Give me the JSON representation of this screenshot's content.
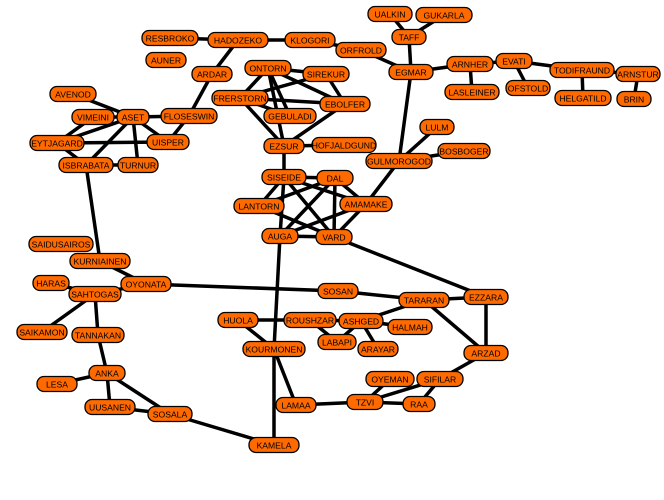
{
  "colors": {
    "node_fill": "#ff6a00",
    "node_stroke": "#000000",
    "edge": "#000000",
    "background": "#ffffff"
  },
  "nodes": [
    {
      "id": "UALKIN",
      "label": "UALKIN"
    },
    {
      "id": "GUKARLA",
      "label": "GUKARLA"
    },
    {
      "id": "TAFF",
      "label": "TAFF"
    },
    {
      "id": "RESBROKO",
      "label": "RESBROKO"
    },
    {
      "id": "HADOZEKO",
      "label": "HADOZEKO"
    },
    {
      "id": "KLOGORI",
      "label": "KLOGORI"
    },
    {
      "id": "ORFROLD",
      "label": "ORFROLD"
    },
    {
      "id": "EGMAR",
      "label": "EGMAR"
    },
    {
      "id": "AUNER",
      "label": "AUNER"
    },
    {
      "id": "ARDAR",
      "label": "ARDAR"
    },
    {
      "id": "ONTORN",
      "label": "ONTORN"
    },
    {
      "id": "SIREKUR",
      "label": "SIREKUR"
    },
    {
      "id": "ARNHER",
      "label": "ARNHER"
    },
    {
      "id": "EVATI",
      "label": "EVATI"
    },
    {
      "id": "TODIFRAUND",
      "label": "TODIFRAUND"
    },
    {
      "id": "ARNSTUR",
      "label": "ARNSTUR"
    },
    {
      "id": "AVENOD",
      "label": "AVENOD"
    },
    {
      "id": "FRERSTORN",
      "label": "FRERSTORN"
    },
    {
      "id": "EBOLFER",
      "label": "EBOLFER"
    },
    {
      "id": "LASLEINER",
      "label": "LASLEINER"
    },
    {
      "id": "OFSTOLD",
      "label": "OFSTOLD"
    },
    {
      "id": "HELGATILD",
      "label": "HELGATILD"
    },
    {
      "id": "BRIN",
      "label": "BRIN"
    },
    {
      "id": "VIMEINI",
      "label": "VIMEINI"
    },
    {
      "id": "ASET",
      "label": "ASET"
    },
    {
      "id": "FLOSESWIN",
      "label": "FLOSESWIN"
    },
    {
      "id": "GEBULADI",
      "label": "GEBULADI"
    },
    {
      "id": "LULM",
      "label": "LULM"
    },
    {
      "id": "EYTJAGARD",
      "label": "EYTJAGARD"
    },
    {
      "id": "UISPER",
      "label": "UISPER"
    },
    {
      "id": "EZSUR",
      "label": "EZSUR"
    },
    {
      "id": "HOFJALDGUND",
      "label": "HOFJALDGUND"
    },
    {
      "id": "BOSBOGER",
      "label": "BOSBOGER"
    },
    {
      "id": "ISBRABATA",
      "label": "ISBRABATA"
    },
    {
      "id": "TURNUR",
      "label": "TURNUR"
    },
    {
      "id": "GULMOROGOD",
      "label": "GULMOROGOD"
    },
    {
      "id": "SISEIDE",
      "label": "SISEIDE"
    },
    {
      "id": "DAL",
      "label": "DAL"
    },
    {
      "id": "AMAMAKE",
      "label": "AMAMAKE"
    },
    {
      "id": "LANTORN",
      "label": "LANTORN"
    },
    {
      "id": "AUGA",
      "label": "AUGA"
    },
    {
      "id": "VARD",
      "label": "VARD"
    },
    {
      "id": "SAIDUSAIROS",
      "label": "SAIDUSAIROS"
    },
    {
      "id": "KURNIAINEN",
      "label": "KURNIAINEN"
    },
    {
      "id": "HARAS",
      "label": "HARAS"
    },
    {
      "id": "OYONATA",
      "label": "OYONATA"
    },
    {
      "id": "SAHTOGAS",
      "label": "SAHTOGAS"
    },
    {
      "id": "SOSAN",
      "label": "SOSAN"
    },
    {
      "id": "EZZARA",
      "label": "EZZARA"
    },
    {
      "id": "TARARAN",
      "label": "TARARAN"
    },
    {
      "id": "SAIKAMON",
      "label": "SAIKAMON"
    },
    {
      "id": "TANNAKAN",
      "label": "TANNAKAN"
    },
    {
      "id": "HUOLA",
      "label": "HUOLA"
    },
    {
      "id": "ROUSHZAR",
      "label": "ROUSHZAR"
    },
    {
      "id": "ASHGED",
      "label": "ASHGED"
    },
    {
      "id": "HALMAH",
      "label": "HALMAH"
    },
    {
      "id": "LABAPI",
      "label": "LABAPI"
    },
    {
      "id": "ARAYAR",
      "label": "ARAYAR"
    },
    {
      "id": "KOURMONEN",
      "label": "KOURMONEN"
    },
    {
      "id": "ARZAD",
      "label": "ARZAD"
    },
    {
      "id": "ANKA",
      "label": "ANKA"
    },
    {
      "id": "LESA",
      "label": "LESA"
    },
    {
      "id": "OYEMAN",
      "label": "OYEMAN"
    },
    {
      "id": "SIFILAR",
      "label": "SIFILAR"
    },
    {
      "id": "UUSANEN",
      "label": "UUSANEN"
    },
    {
      "id": "LAMAA",
      "label": "LAMAA"
    },
    {
      "id": "TZVI",
      "label": "TZVI"
    },
    {
      "id": "RAA",
      "label": "RAA"
    },
    {
      "id": "SOSALA",
      "label": "SOSALA"
    },
    {
      "id": "KAMELA",
      "label": "KAMELA"
    }
  ],
  "edges": [
    [
      "UALKIN",
      "TAFF"
    ],
    [
      "GUKARLA",
      "TAFF"
    ],
    [
      "TAFF",
      "EGMAR"
    ],
    [
      "RESBROKO",
      "HADOZEKO"
    ],
    [
      "HADOZEKO",
      "KLOGORI"
    ],
    [
      "HADOZEKO",
      "ARDAR"
    ],
    [
      "KLOGORI",
      "ORFROLD"
    ],
    [
      "ORFROLD",
      "EGMAR"
    ],
    [
      "EGMAR",
      "ARNHER"
    ],
    [
      "EGMAR",
      "GULMOROGOD"
    ],
    [
      "ARNHER",
      "EVATI"
    ],
    [
      "ARNHER",
      "LASLEINER"
    ],
    [
      "EVATI",
      "TODIFRAUND"
    ],
    [
      "EVATI",
      "OFSTOLD"
    ],
    [
      "TODIFRAUND",
      "ARNSTUR"
    ],
    [
      "TODIFRAUND",
      "HELGATILD"
    ],
    [
      "ARNSTUR",
      "BRIN"
    ],
    [
      "ARDAR",
      "FLOSESWIN"
    ],
    [
      "ONTORN",
      "SIREKUR"
    ],
    [
      "ONTORN",
      "FRERSTORN"
    ],
    [
      "ONTORN",
      "EBOLFER"
    ],
    [
      "ONTORN",
      "GEBULADI"
    ],
    [
      "ONTORN",
      "EZSUR"
    ],
    [
      "SIREKUR",
      "FRERSTORN"
    ],
    [
      "SIREKUR",
      "EBOLFER"
    ],
    [
      "FRERSTORN",
      "EBOLFER"
    ],
    [
      "FRERSTORN",
      "GEBULADI"
    ],
    [
      "FRERSTORN",
      "EZSUR"
    ],
    [
      "EBOLFER",
      "EZSUR"
    ],
    [
      "EZSUR",
      "HOFJALDGUND"
    ],
    [
      "EZSUR",
      "SISEIDE"
    ],
    [
      "AVENOD",
      "ASET"
    ],
    [
      "VIMEINI",
      "ASET"
    ],
    [
      "VIMEINI",
      "EYTJAGARD"
    ],
    [
      "ASET",
      "FLOSESWIN"
    ],
    [
      "ASET",
      "EYTJAGARD"
    ],
    [
      "ASET",
      "UISPER"
    ],
    [
      "ASET",
      "ISBRABATA"
    ],
    [
      "ASET",
      "TURNUR"
    ],
    [
      "EYTJAGARD",
      "UISPER"
    ],
    [
      "EYTJAGARD",
      "ISBRABATA"
    ],
    [
      "ISBRABATA",
      "TURNUR"
    ],
    [
      "ISBRABATA",
      "KURNIAINEN"
    ],
    [
      "FLOSESWIN",
      "UISPER"
    ],
    [
      "LULM",
      "GULMOROGOD"
    ],
    [
      "GULMOROGOD",
      "BOSBOGER"
    ],
    [
      "GULMOROGOD",
      "AMAMAKE"
    ],
    [
      "SISEIDE",
      "DAL"
    ],
    [
      "SISEIDE",
      "AMAMAKE"
    ],
    [
      "SISEIDE",
      "LANTORN"
    ],
    [
      "SISEIDE",
      "AUGA"
    ],
    [
      "SISEIDE",
      "VARD"
    ],
    [
      "DAL",
      "AMAMAKE"
    ],
    [
      "DAL",
      "LANTORN"
    ],
    [
      "DAL",
      "AUGA"
    ],
    [
      "DAL",
      "VARD"
    ],
    [
      "LANTORN",
      "VARD"
    ],
    [
      "AMAMAKE",
      "AUGA"
    ],
    [
      "AMAMAKE",
      "VARD"
    ],
    [
      "AUGA",
      "VARD"
    ],
    [
      "AUGA",
      "KOURMONEN"
    ],
    [
      "VARD",
      "EZZARA"
    ],
    [
      "KURNIAINEN",
      "OYONATA"
    ],
    [
      "OYONATA",
      "SAHTOGAS"
    ],
    [
      "OYONATA",
      "SOSAN"
    ],
    [
      "HARAS",
      "SAHTOGAS"
    ],
    [
      "SAHTOGAS",
      "SAIKAMON"
    ],
    [
      "SAHTOGAS",
      "TANNAKAN"
    ],
    [
      "TANNAKAN",
      "ANKA"
    ],
    [
      "SOSAN",
      "TARARAN"
    ],
    [
      "TARARAN",
      "EZZARA"
    ],
    [
      "TARARAN",
      "ARZAD"
    ],
    [
      "TARARAN",
      "ASHGED"
    ],
    [
      "EZZARA",
      "ARZAD"
    ],
    [
      "HUOLA",
      "ROUSHZAR"
    ],
    [
      "HUOLA",
      "KOURMONEN"
    ],
    [
      "ROUSHZAR",
      "ASHGED"
    ],
    [
      "ROUSHZAR",
      "LABAPI"
    ],
    [
      "ASHGED",
      "HALMAH"
    ],
    [
      "ASHGED",
      "LABAPI"
    ],
    [
      "ASHGED",
      "ARAYAR"
    ],
    [
      "KOURMONEN",
      "LAMAA"
    ],
    [
      "KOURMONEN",
      "KAMELA"
    ],
    [
      "LAMAA",
      "TZVI"
    ],
    [
      "OYEMAN",
      "TZVI"
    ],
    [
      "TZVI",
      "SIFILAR"
    ],
    [
      "TZVI",
      "RAA"
    ],
    [
      "SIFILAR",
      "ARZAD"
    ],
    [
      "SIFILAR",
      "RAA"
    ],
    [
      "ANKA",
      "LESA"
    ],
    [
      "ANKA",
      "UUSANEN"
    ],
    [
      "ANKA",
      "SOSALA"
    ],
    [
      "UUSANEN",
      "SOSALA"
    ],
    [
      "SOSALA",
      "KAMELA"
    ]
  ]
}
